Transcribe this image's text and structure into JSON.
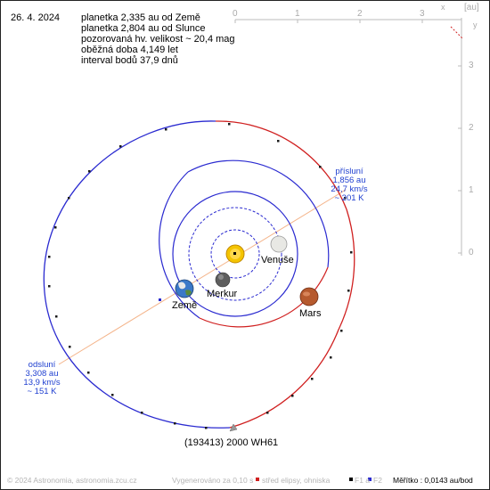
{
  "date": "26. 4. 2024",
  "info_lines": [
    "planetka 2,335 au od Země",
    "planetka 2,804 au od Slunce",
    "pozorovaná hv. velikost ~ 20,4 mag",
    "oběžná doba 4,149 let",
    "interval bodů 37,9 dnů"
  ],
  "axes": {
    "unit_label": "[au]",
    "x_axis_name": "x",
    "y_axis_name": "y",
    "x_ticks": [
      "0",
      "1",
      "2",
      "3"
    ],
    "y_ticks": [
      "3",
      "2",
      "1",
      "0"
    ]
  },
  "planets": {
    "venus": "Venuše",
    "merkur": "Merkur",
    "earth": "Země",
    "mars": "Mars"
  },
  "asteroid_name": "(193413) 2000 WH61",
  "perihelion": {
    "title": "přísluní",
    "distance": "1,856 au",
    "speed": "24,7 km/s",
    "temperature": "~ 201 K"
  },
  "aphelion": {
    "title": "odsluní",
    "distance": "3,308 au",
    "speed": "13,9 km/s",
    "temperature": "~ 151 K"
  },
  "footer": {
    "copyright": "© 2024 Astronomia, astronomia.zcu.cz",
    "generated": "Vygenerováno za 0,10 s",
    "legend_center": "střed elipsy, ohniska",
    "legend_f1": "F1 a",
    "legend_f2": "F2",
    "scale": "Měřítko : 0,0143 au/bod"
  },
  "colors": {
    "orbit_above_ecliptic": "#2a2ad0",
    "orbit_below_ecliptic": "#d02020",
    "apsidal_line": "#f0b080",
    "axis_gray": "#bbbbbb",
    "sun_yellow": "#f4c400",
    "label_blue": "#1f3fd0"
  }
}
